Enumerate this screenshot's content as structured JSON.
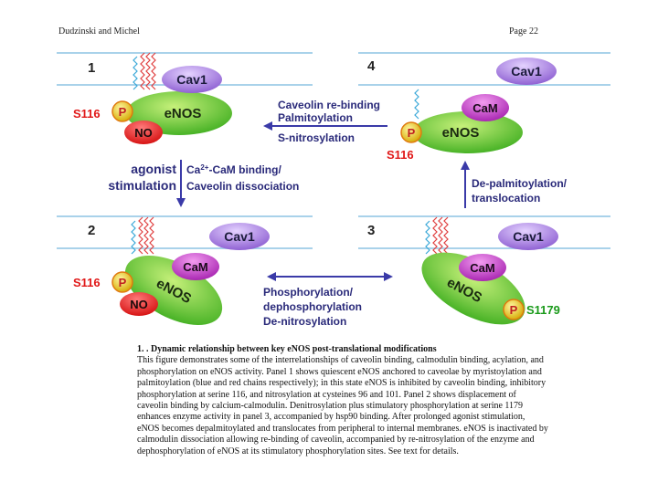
{
  "header": {
    "author": "Dudzinski and Michel",
    "page": "Page 22"
  },
  "panels": [
    {
      "number": "1",
      "cav": "Cav1",
      "enzyme": "eNOS",
      "phospho": "P",
      "site": "S116",
      "no": "NO"
    },
    {
      "number": "2",
      "cav": "Cav1",
      "cam": "CaM",
      "enzyme": "eNOS",
      "phospho": "P",
      "site": "S116",
      "no": "NO"
    },
    {
      "number": "3",
      "cav": "Cav1",
      "cam": "CaM",
      "enzyme": "eNOS",
      "phospho": "P",
      "site": "S1179"
    },
    {
      "number": "4",
      "cav": "Cav1",
      "cam": "CaM",
      "enzyme": "eNOS",
      "phospho": "P",
      "site": "S116"
    }
  ],
  "transitions": {
    "t4to1": [
      "Caveolin re-binding",
      "Palmitoylation",
      "S-nitrosylation"
    ],
    "t1to2_left": [
      "agonist",
      "stimulation"
    ],
    "t1to2_right_ca": "Ca",
    "t1to2_right_sup": "2+",
    "t1to2_right_rest": "-CaM binding/",
    "t1to2_right_line2": "Caveolin dissociation",
    "t2to3": [
      "Phosphorylation/",
      "dephosphorylation",
      "De-nitrosylation"
    ],
    "t3to4": [
      "De-palmitoylation/",
      "translocation"
    ]
  },
  "caption": {
    "title": "1. . Dynamic relationship between key eNOS post-translational modifications",
    "body": "This figure demonstrates some of the interrelationships of caveolin binding, calmodulin binding, acylation, and phosphorylation on eNOS activity. Panel 1 shows quiescent eNOS anchored to caveolae by myristoylation and palmitoylation (blue and red chains respectively); in this state eNOS is inhibited by caveolin binding, inhibitory phosphorylation at serine 116, and nitrosylation at cysteines 96 and 101. Panel 2 shows displacement of caveolin binding by calcium-calmodulin. Denitrosylation plus stimulatory phosphorylation at serine 1179 enhances enzyme activity in panel 3, accompanied by hsp90 binding. After prolonged agonist stimulation, eNOS becomes depalmitoylated and translocates from peripheral to internal membranes. eNOS is inactivated by calmodulin dissociation allowing re-binding of caveolin, accompanied by re-nitrosylation of the enzyme and dephosphorylation of eNOS at its stimulatory phosphorylation sites. See text for details."
  },
  "colors": {
    "membrane": "#a9d2ea",
    "enos_green": "#6fcf3a",
    "cav_purple": "#b28ae6",
    "cam_magenta": "#c83ad0",
    "no_red": "#ee1c1c",
    "phospho_yellow": "#f0d020",
    "arrow_blue": "#3a3aa8",
    "text_navy": "#2a2a7a",
    "site_red": "#e01818",
    "site_green": "#1a9a1a",
    "chain_blue": "#3aa8d8",
    "chain_red": "#e04040"
  }
}
